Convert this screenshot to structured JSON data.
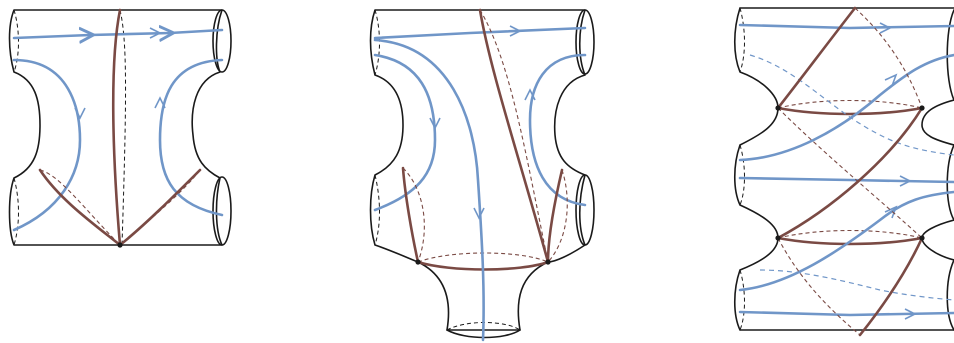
{
  "colors": {
    "outline": "#1a1a1a",
    "flow": "#7096c8",
    "cut": "#7a4a44",
    "background": "#ffffff"
  },
  "panels": [
    {
      "id": "left",
      "shape": "pair-of-pants-with-two-side-holes"
    },
    {
      "id": "middle",
      "shape": "surface-with-bottom-tube"
    },
    {
      "id": "right",
      "shape": "periodic-surface-with-side-holes"
    }
  ]
}
